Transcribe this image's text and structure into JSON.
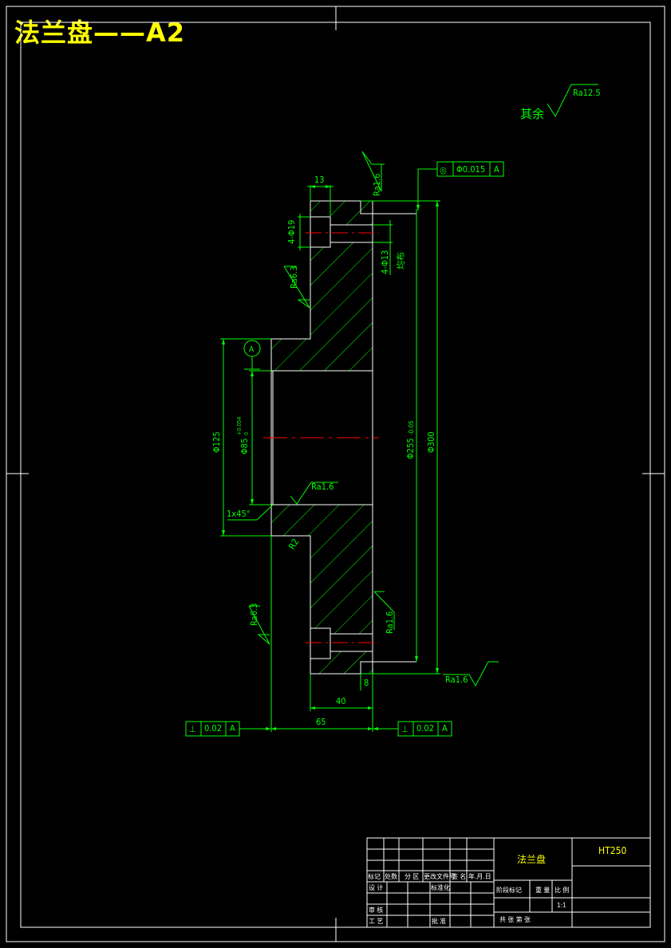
{
  "sheet": {
    "title": "法兰盘——A2",
    "remaining_roughness_label": "其余",
    "remaining_roughness_value": "Ra12.5"
  },
  "annotations": {
    "dim_13": "13",
    "dim_4_phi19": "4-Φ19",
    "dim_4_phi13": "4-Φ13",
    "dim_4_phi13_note": "均布",
    "dim_phi125": "Φ125",
    "dim_phi85": "Φ85",
    "dim_phi85_tol_upper": "+0.054",
    "dim_phi85_tol_lower": "0",
    "dim_phi255": "Φ255",
    "dim_phi255_tol": "-0.05",
    "dim_phi300": "Φ300",
    "dim_40": "40",
    "dim_65": "65",
    "dim_8": "8",
    "chamfer": "1x45°",
    "radius": "R2",
    "datum": "A",
    "coaxiality_symbol": "◎",
    "coaxiality_value": "Φ0.015",
    "perp_symbol": "⊥",
    "perp_value": "0.02",
    "rough_top": "Ra1.6",
    "rough_left_upper": "Ra6.3",
    "rough_bore": "Ra1.6",
    "rough_left_lower": "Ra6.3",
    "rough_right_lower": "Ra1.6",
    "rough_bottom": "Ra1.6"
  },
  "title_block": {
    "part_name": "法兰盘",
    "material": "HT250",
    "header_mark": "标记",
    "header_count": "处数",
    "header_zone": "分 区",
    "header_doc": "更改文件号",
    "header_sign": "签 名",
    "header_date": "年.月.日",
    "row_design": "设 计",
    "row_standard": "标准化",
    "row_review": "审 核",
    "row_process": "工 艺",
    "row_approve": "批 准",
    "stage_mark": "阶段标记",
    "weight": "重 量",
    "scale": "比 例",
    "scale_value": "1:1",
    "sheets": "共   张 第   张"
  },
  "colors": {
    "outline": "#ffffff",
    "dimension": "#00ff00",
    "hatch": "#00ff00",
    "centerline": "#ff0000",
    "title": "#ffff00"
  }
}
